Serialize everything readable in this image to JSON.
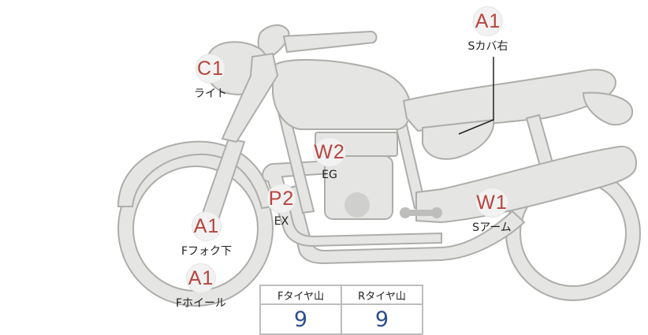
{
  "diagram": {
    "marks": [
      {
        "code": "A1",
        "label": "Sカバ右"
      },
      {
        "code": "C1",
        "label": "ライト"
      },
      {
        "code": "W2",
        "label": "EG"
      },
      {
        "code": "P2",
        "label": "EX"
      },
      {
        "code": "W1",
        "label": "Sアーム"
      },
      {
        "code": "A1",
        "label": "Fフォク下"
      },
      {
        "code": "A1",
        "label": "Fホイール"
      }
    ],
    "tire_table": {
      "headers": [
        "Fタイヤ山",
        "Rタイヤ山"
      ],
      "values": [
        "9",
        "9"
      ]
    },
    "colors": {
      "badge_text": "#b7443f",
      "value_text": "#2e4d8f",
      "bike_fill": "#e5e5e3",
      "bike_outline": "#adadaa"
    }
  }
}
